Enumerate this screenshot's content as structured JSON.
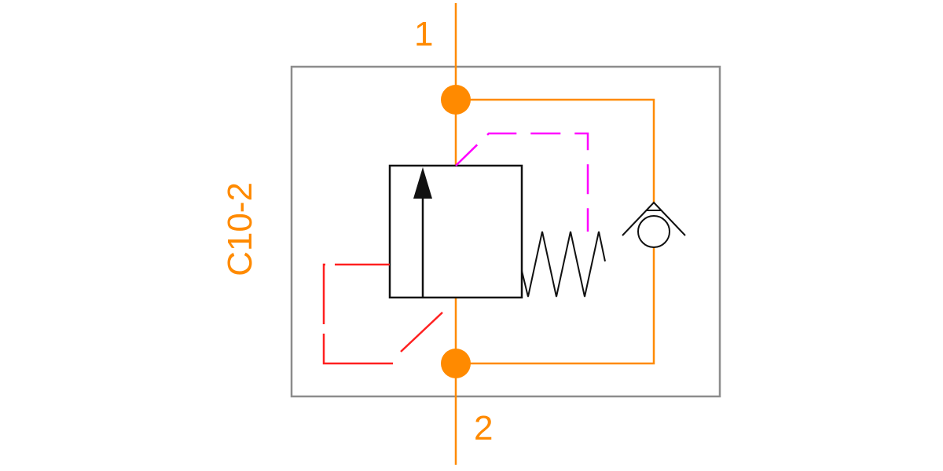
{
  "diagram": {
    "type": "hydraulic-schematic",
    "model_label": "C10-2",
    "ports": [
      {
        "id": "1",
        "label": "1",
        "position": "top"
      },
      {
        "id": "2",
        "label": "2",
        "position": "bottom"
      }
    ],
    "components": [
      {
        "name": "cartridge-body-outline",
        "kind": "rectangle-boundary"
      },
      {
        "name": "spool-valve-envelope",
        "kind": "single-position-valve",
        "arrow": "up"
      },
      {
        "name": "spring",
        "kind": "adjustable-bias-spring"
      },
      {
        "name": "check-valve",
        "kind": "check-valve",
        "flow": "port-2-to-port-1 bypass"
      },
      {
        "name": "pilot-line-top",
        "kind": "pilot-line-dashed"
      },
      {
        "name": "pilot-line-bottom",
        "kind": "drain-line-dashed"
      },
      {
        "name": "junction-top",
        "kind": "junction-node"
      },
      {
        "name": "junction-bottom",
        "kind": "junction-node"
      }
    ],
    "colors": {
      "main_line": "#ff8a00",
      "outline": "#8c8c8c",
      "valve": "#111111",
      "pilot_top": "#ff00ff",
      "pilot_bottom": "#ff2020",
      "label": "#ff8a00",
      "background": "#ffffff"
    }
  }
}
